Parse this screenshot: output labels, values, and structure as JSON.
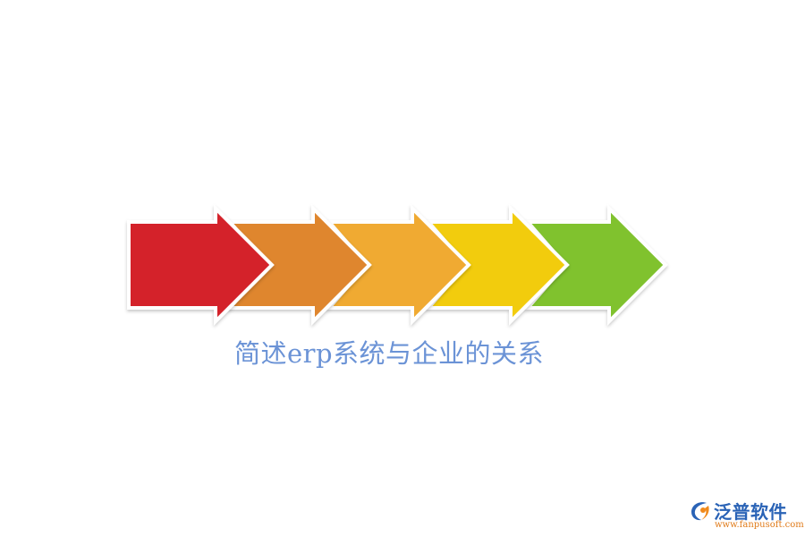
{
  "diagram": {
    "title": "简述erp系统与企业的关系",
    "steps": [
      {
        "id": "step-1",
        "color": "#d4222b"
      },
      {
        "id": "step-2",
        "color": "#df862e"
      },
      {
        "id": "step-3",
        "color": "#f0aa30"
      },
      {
        "id": "step-4",
        "color": "#f2cc0c"
      },
      {
        "id": "step-5",
        "color": "#80c22f"
      }
    ]
  },
  "logo": {
    "name": "泛普软件",
    "url": "www.fanpusoft.com"
  },
  "colors": {
    "title": "#6b93d6",
    "logo_blue": "#2a63b6",
    "logo_orange": "#f08a1c",
    "logo_name": "#2a63b6",
    "logo_url": "#e07a18"
  }
}
